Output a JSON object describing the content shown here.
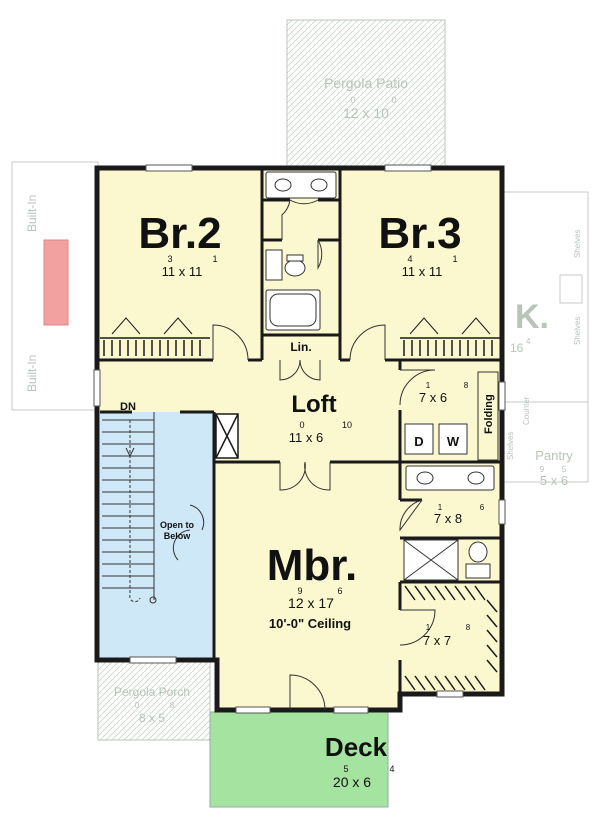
{
  "colors": {
    "wall": "#1a1a1a",
    "floor": "#fbf7cf",
    "stair": "#cfe8f8",
    "deck": "#a5e3a0",
    "ghost_outline": "#b8c4b8",
    "ghost_red": "#f2a0a0"
  },
  "ghost_areas": {
    "pergola_patio": {
      "label": "Pergola Patio",
      "dims_ft": "12 x 10",
      "dims_in": [
        "0",
        "0"
      ]
    },
    "pergola_porch": {
      "label": "Pergola Porch",
      "dims_ft": "8 x 5",
      "dims_in": [
        "0",
        "8"
      ]
    },
    "built_in_top": "Built-In",
    "built_in_bottom": "Built-In",
    "kitchen_letter": "K.",
    "kitchen_dim": "16",
    "kitchen_dim_sup": "4",
    "shelves_1": "Shelves",
    "shelves_2": "Shelves",
    "counter": "Counter",
    "shelves_3": "Shelves",
    "pantry": {
      "label": "Pantry",
      "dims_ft": "5 x 6",
      "dims_in": [
        "9",
        "5"
      ]
    }
  },
  "rooms": {
    "br2": {
      "label": "Br.2",
      "dims_ft": "11 x 11",
      "dims_in": [
        "3",
        "1"
      ]
    },
    "br3": {
      "label": "Br.3",
      "dims_ft": "11 x 11",
      "dims_in": [
        "4",
        "1"
      ]
    },
    "linen": {
      "label": "Lin."
    },
    "loft": {
      "label": "Loft",
      "dims_ft": "11 x 6",
      "dims_in": [
        "0",
        "10"
      ]
    },
    "laundry": {
      "dims_ft": "7 x 6",
      "dims_in": [
        "1",
        "8"
      ],
      "dryer": "D",
      "washer": "W",
      "folding": "Folding"
    },
    "stairs": {
      "dn": "DN",
      "open_to_below": [
        "Open to",
        "Below"
      ]
    },
    "master_bath": {
      "dims_ft": "7 x 8",
      "dims_in": [
        "1",
        "6"
      ]
    },
    "master_closet": {
      "dims_ft": "7 x 7",
      "dims_in": [
        "1",
        "8"
      ]
    },
    "mbr": {
      "label": "Mbr.",
      "dims_ft": "12 x 17",
      "dims_in": [
        "9",
        "6"
      ],
      "ceiling": "10'-0\" Ceiling"
    },
    "deck": {
      "label": "Deck",
      "dims_ft": "20 x 6",
      "dims_in": [
        "5",
        "4"
      ]
    }
  }
}
